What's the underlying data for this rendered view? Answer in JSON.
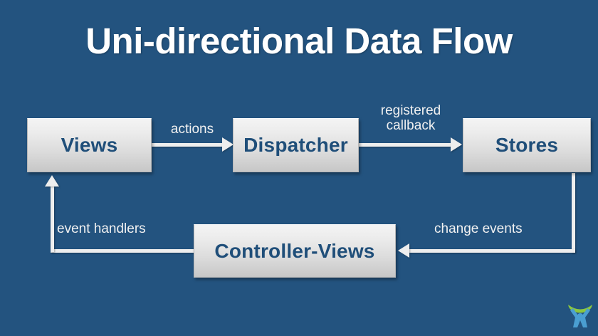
{
  "slide": {
    "title": "Uni-directional Data Flow",
    "background_color": "#23537f",
    "title_color": "#ffffff"
  },
  "diagram": {
    "type": "flow-diagram",
    "node_text_color": "#1f4e79",
    "node_fill_top": "#f4f4f4",
    "node_fill_bottom": "#c7c7c7",
    "connector_color": "#eeeeee",
    "nodes": [
      {
        "id": "views",
        "label": "Views"
      },
      {
        "id": "dispatcher",
        "label": "Dispatcher"
      },
      {
        "id": "stores",
        "label": "Stores"
      },
      {
        "id": "controller-views",
        "label": "Controller-Views"
      }
    ],
    "edges": [
      {
        "from": "views",
        "to": "dispatcher",
        "label": "actions",
        "direction": "right"
      },
      {
        "from": "dispatcher",
        "to": "stores",
        "label": "registered\ncallback",
        "direction": "right"
      },
      {
        "from": "stores",
        "to": "controller-views",
        "label": "change events",
        "direction": "left"
      },
      {
        "from": "controller-views",
        "to": "views",
        "label": "event handlers",
        "direction": "up"
      }
    ]
  },
  "logo": {
    "name": "person-arc-logo",
    "figure_color": "#4a9ed1",
    "arc_color": "#8cc63f"
  }
}
